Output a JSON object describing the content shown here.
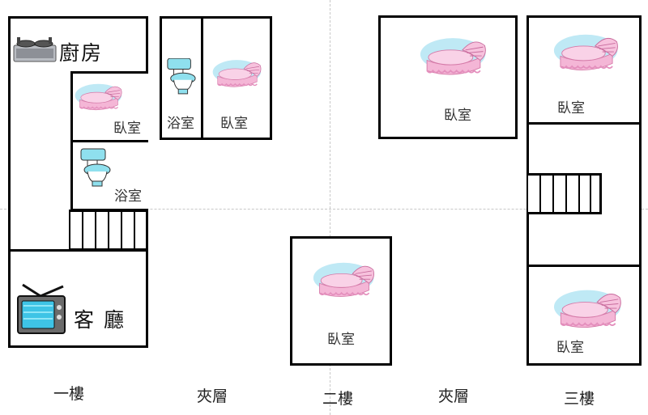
{
  "rooms": {
    "kitchen": "廚房",
    "living_room": "客 廳",
    "bedroom": "臥室",
    "bathroom": "浴室"
  },
  "floors": {
    "first": "一樓",
    "mezzanine_1": "夾層",
    "second": "二樓",
    "mezzanine_2": "夾層",
    "third": "三樓"
  },
  "icons": [
    "stove-icon",
    "tv-icon",
    "bed-icon",
    "toilet-icon",
    "stairs-icon"
  ],
  "colors": {
    "outline": "#000000",
    "bed_pink": "#f4b6d6",
    "bed_blue": "#bfe9f5",
    "toilet_blue": "#8fe0ee",
    "tv_screen": "#3ec4e6"
  }
}
